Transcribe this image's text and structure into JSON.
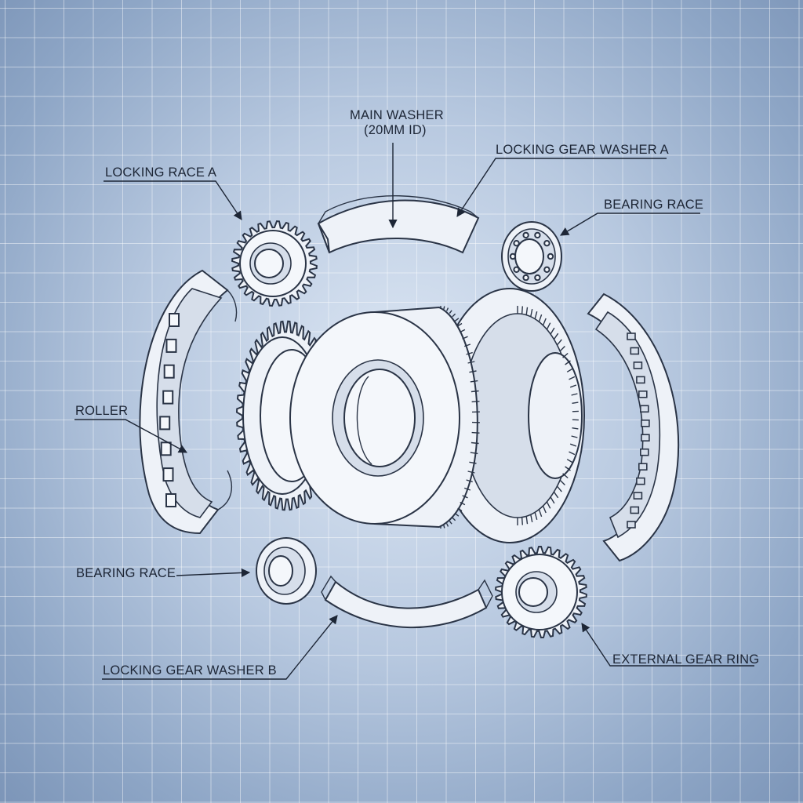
{
  "labels": {
    "main_washer": {
      "line1": "MAIN WASHER",
      "line2": "(20MM ID)"
    },
    "locking_gear_washer_a": "LOCKING GEAR WASHER A",
    "locking_race_a": "LOCKING RACE A",
    "bearing_race_top": "BEARING RACE",
    "roller": "ROLLER",
    "bearing_race_bottom": "BEARING RACE",
    "locking_gear_washer_b": "LOCKING GEAR WASHER B",
    "external_gear_ring": "EXTERNAL GEAR RING"
  },
  "colors": {
    "background": "#b8c9e0",
    "grid": "#ffffff",
    "line": "#2a3446",
    "part_fill": "#eef2f8"
  }
}
